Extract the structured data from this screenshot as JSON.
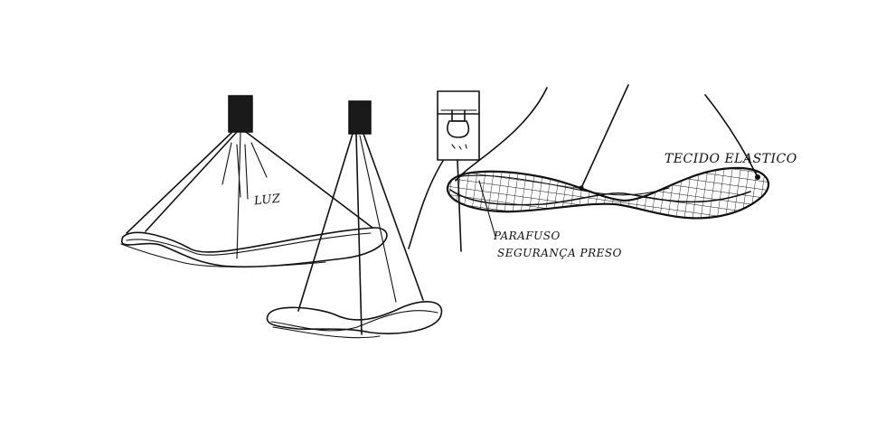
{
  "labels": {
    "luz": "LUZ",
    "tecido": "TECIDO ELASTICO",
    "parafuso_line1": "PARAFUSO",
    "parafuso_line2": "SEGURANÇA PRESO"
  },
  "colors": {
    "ink": "#111111",
    "paper": "#ffffff"
  }
}
